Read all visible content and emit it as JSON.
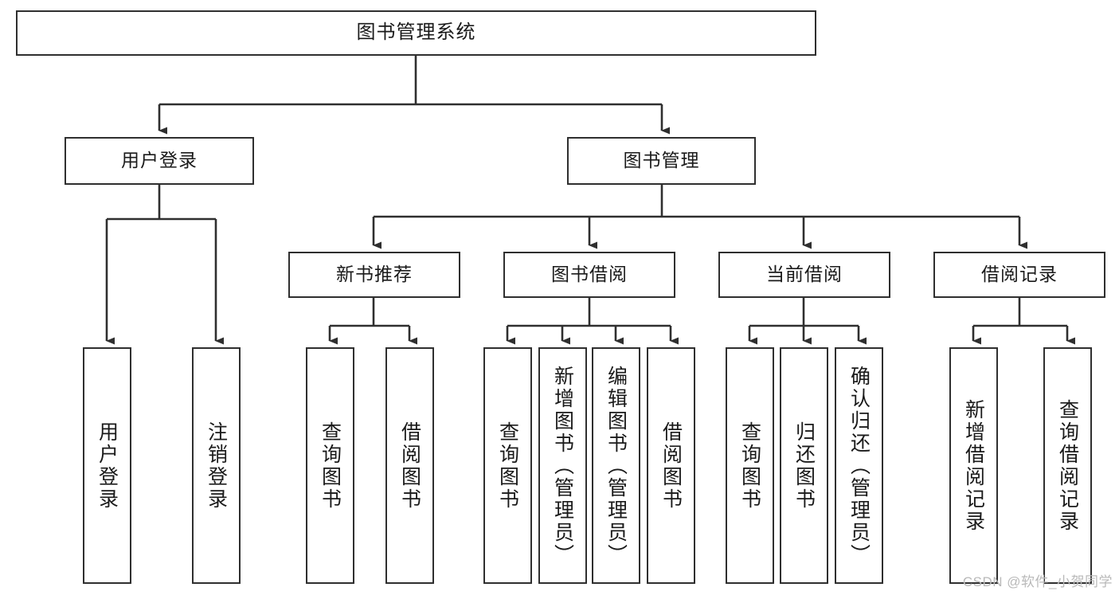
{
  "diagram": {
    "type": "tree-hierarchy-chart",
    "title": "图书管理系统",
    "orientation": "top-down",
    "edge_color": "#2f2f2f",
    "box_border_color": "#2f2f2f",
    "box_fill_color": "#ffffff",
    "watermark": "CSDN @软件_小贺同学",
    "levels": [
      {
        "level": 1,
        "nodes": [
          {
            "id": "root",
            "label": "图书管理系统",
            "text_direction": "horizontal"
          }
        ]
      },
      {
        "level": 2,
        "nodes": [
          {
            "id": "login",
            "label": "用户登录",
            "text_direction": "horizontal",
            "parent": "root"
          },
          {
            "id": "bookmgmt",
            "label": "图书管理",
            "text_direction": "horizontal",
            "parent": "root"
          }
        ]
      },
      {
        "level": 3,
        "nodes": [
          {
            "id": "newbook",
            "label": "新书推荐",
            "text_direction": "horizontal",
            "parent": "bookmgmt"
          },
          {
            "id": "borrow",
            "label": "图书借阅",
            "text_direction": "horizontal",
            "parent": "bookmgmt"
          },
          {
            "id": "current",
            "label": "当前借阅",
            "text_direction": "horizontal",
            "parent": "bookmgmt"
          },
          {
            "id": "records",
            "label": "借阅记录",
            "text_direction": "horizontal",
            "parent": "bookmgmt"
          }
        ]
      },
      {
        "level": 4,
        "nodes": [
          {
            "id": "leaf1",
            "label": "用户登录",
            "text_direction": "vertical",
            "parent": "login"
          },
          {
            "id": "leaf2",
            "label": "注销登录",
            "text_direction": "vertical",
            "parent": "login"
          },
          {
            "id": "leaf3",
            "label": "查询图书",
            "text_direction": "vertical",
            "parent": "newbook"
          },
          {
            "id": "leaf4",
            "label": "借阅图书",
            "text_direction": "vertical",
            "parent": "newbook"
          },
          {
            "id": "leaf5",
            "label": "查询图书",
            "text_direction": "vertical",
            "parent": "borrow"
          },
          {
            "id": "leaf6",
            "label": "新增图书（管理员）",
            "text_direction": "vertical",
            "parent": "borrow"
          },
          {
            "id": "leaf7",
            "label": "编辑图书（管理员）",
            "text_direction": "vertical",
            "parent": "borrow"
          },
          {
            "id": "leaf8",
            "label": "借阅图书",
            "text_direction": "vertical",
            "parent": "borrow"
          },
          {
            "id": "leaf9",
            "label": "查询图书",
            "text_direction": "vertical",
            "parent": "current"
          },
          {
            "id": "leaf10",
            "label": "归还图书",
            "text_direction": "vertical",
            "parent": "current"
          },
          {
            "id": "leaf11",
            "label": "确认归还（管理员）",
            "text_direction": "vertical",
            "parent": "current"
          },
          {
            "id": "leaf12",
            "label": "新增借阅记录",
            "text_direction": "vertical",
            "parent": "records"
          },
          {
            "id": "leaf13",
            "label": "查询借阅记录",
            "text_direction": "vertical",
            "parent": "records"
          }
        ]
      }
    ]
  }
}
